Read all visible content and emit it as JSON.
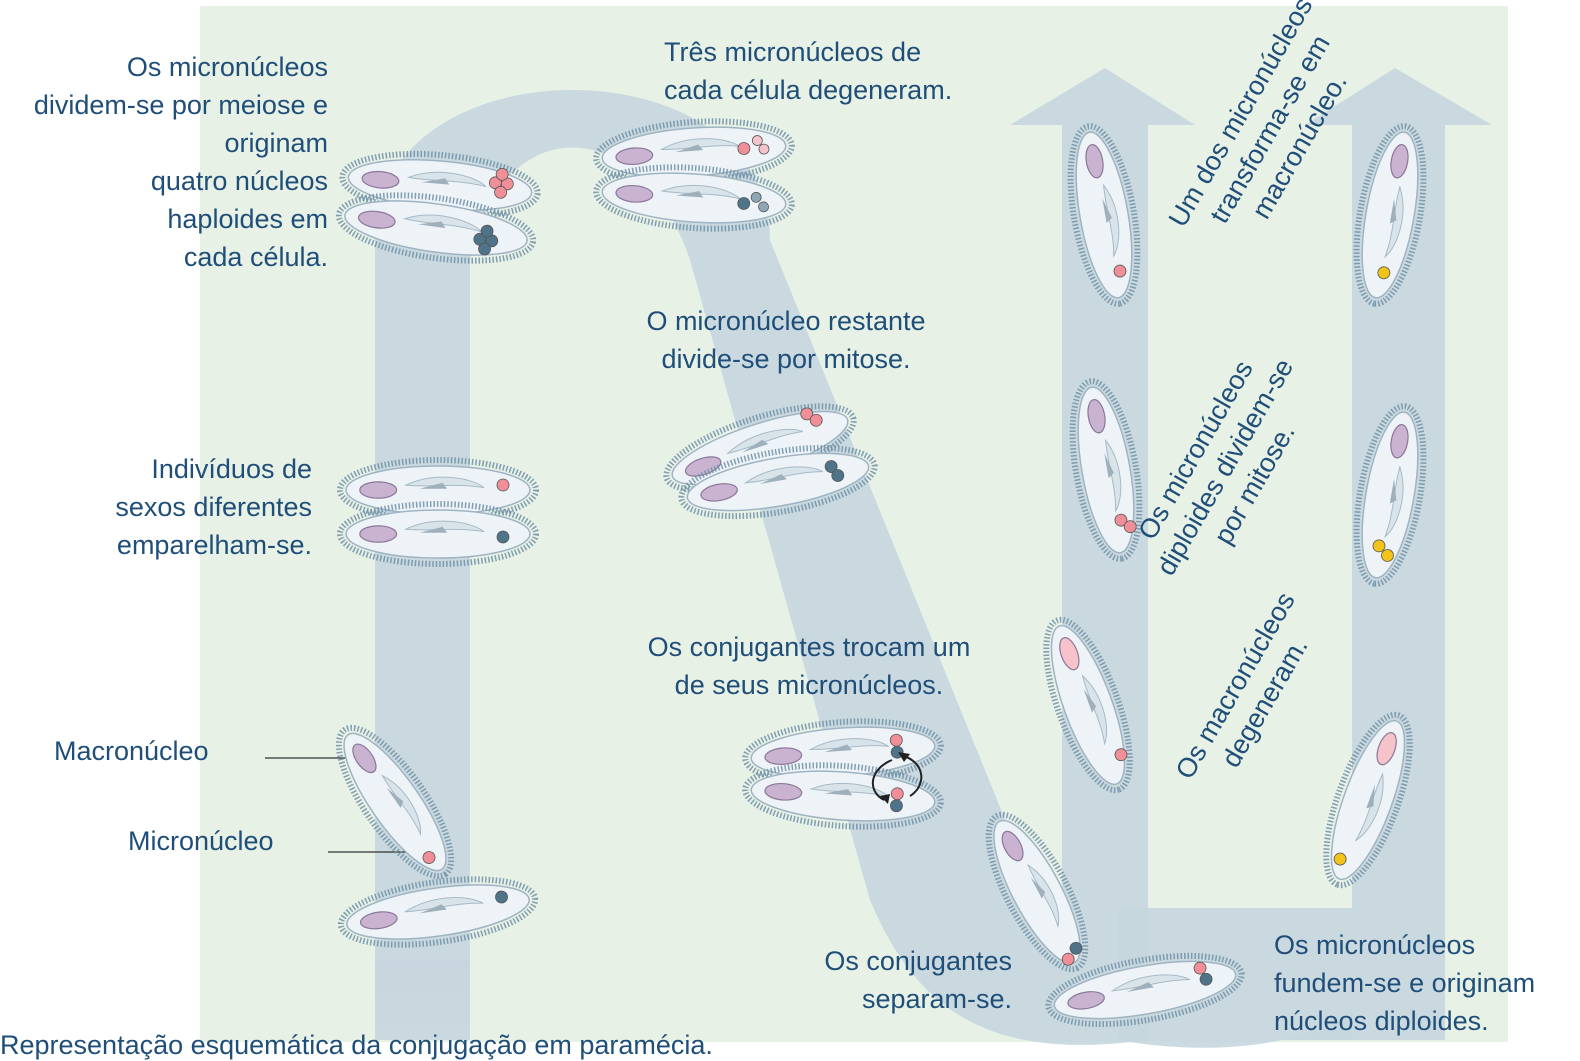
{
  "labels": {
    "meiosis": [
      "Os micronúcleos",
      "dividem-se por meiose e",
      "originam",
      "quatro núcleos",
      "haploides em",
      "cada célula."
    ],
    "pairing": [
      "Indivíduos de",
      "sexos diferentes",
      "emparelham-se."
    ],
    "macronucleus": "Macronúcleo",
    "micronucleus": "Micronúcleo",
    "degenerate": [
      "Três micronúcleos de",
      "cada célula degeneram."
    ],
    "mitosis": [
      "O micronúcleo restante",
      "divide-se por mitose."
    ],
    "exchange": [
      "Os conjugantes trocam um",
      "de seus micronúcleos."
    ],
    "separate": [
      "Os conjugantes",
      "separam-se."
    ],
    "fuse": [
      "Os micronúcleos",
      "fundem-se e originam",
      "núcleos diploides."
    ],
    "macro_degenerate": [
      "Os macronúcleos",
      "degeneram."
    ],
    "diploid_mitosis": [
      "Os micronúcleos",
      "diploides dividem-se",
      "por mitose."
    ],
    "transform": [
      "Um dos micronúcleos",
      "transforma-se em",
      "macronúcleo."
    ]
  },
  "caption": "Representação esquemática da conjugação em paramécia.",
  "colors": {
    "panel_bg": "#e8f1e6",
    "arrow": "#c7d6de",
    "text": "#1f4e79",
    "cell_fill": "#eef3f8",
    "cell_cilia": "#6f8fa6",
    "macronucleus": "#c9b3d1",
    "micronucleus_pink": "#f08f98",
    "micronucleus_blue": "#4f7388",
    "micronucleus_yellow": "#f2c318",
    "degenerate_pink": "#f6c3cb",
    "degenerate_blue": "#8fa6b6"
  }
}
